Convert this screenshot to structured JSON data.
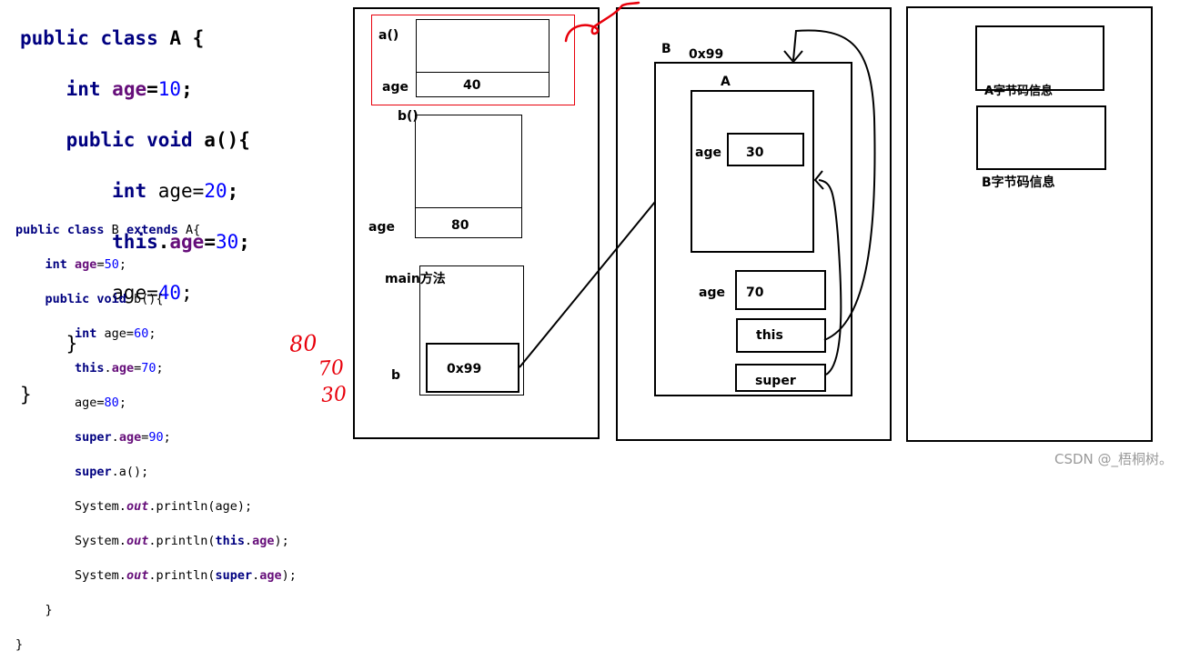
{
  "code_a": {
    "line1": {
      "kw": "public class",
      "rest": " A {"
    },
    "line2": {
      "kw": "int",
      "field": "age",
      "eq": "=",
      "num": "10",
      "end": ";"
    },
    "line3": {
      "kw": "public void",
      "rest": " a(){"
    },
    "line4": {
      "kw": "int",
      "rest": " age=",
      "num": "20",
      "end": ";"
    },
    "line5": {
      "kw": "this",
      "dot": ".",
      "field": "age",
      "eq": "=",
      "num": "30",
      "end": ";"
    },
    "line6": {
      "rest": "age=",
      "num": "40",
      "end": ";"
    },
    "line7": "}",
    "line8": "}"
  },
  "code_b": {
    "line1": {
      "kw1": "public class",
      "mid": " B ",
      "kw2": "extends",
      "rest": " A{"
    },
    "line2": {
      "kw": "int",
      "field": "age",
      "eq": "=",
      "num": "50",
      "end": ";"
    },
    "line3": {
      "kw": "public void",
      "rest": " b(){"
    },
    "line4": {
      "kw": "int",
      "rest": " age=",
      "num": "60",
      "end": ";"
    },
    "line5": {
      "kw": "this",
      "dot": ".",
      "field": "age",
      "eq": "=",
      "num": "70",
      "end": ";"
    },
    "line6": {
      "rest": "age=",
      "num": "80",
      "end": ";"
    },
    "line7": {
      "kw": "super",
      "dot": ".",
      "field": "age",
      "eq": "=",
      "num": "90",
      "end": ";"
    },
    "line8": {
      "kw": "super",
      "rest": ".a();"
    },
    "line9": {
      "pre": "System.",
      "out": "out",
      "rest": ".println(age);"
    },
    "line10": {
      "pre": "System.",
      "out": "out",
      "mid": ".println(",
      "kw": "this",
      "dot": ".",
      "field": "age",
      "end": ");"
    },
    "line11": {
      "pre": "System.",
      "out": "out",
      "mid": ".println(",
      "kw": "super",
      "dot": ".",
      "field": "age",
      "end": ");"
    },
    "line12": "}",
    "line13": "}"
  },
  "annotations": {
    "out1": "80",
    "out2": "70",
    "out3": "30"
  },
  "stack": {
    "frame_a": {
      "name": "a()",
      "var": "age",
      "value": "40"
    },
    "frame_b": {
      "name": "b()",
      "var": "age",
      "value": "80"
    },
    "frame_main": {
      "name": "main方法",
      "var": "b",
      "value": "0x99"
    }
  },
  "heap": {
    "object_b": {
      "name": "B",
      "address": "0x99"
    },
    "part_a": {
      "name": "A",
      "var": "age",
      "value": "30"
    },
    "own_age": {
      "var": "age",
      "value": "70"
    },
    "this_ref": "this",
    "super_ref": "super"
  },
  "method_area": {
    "class_a": "A字节码信息",
    "class_b": "B字节码信息"
  },
  "watermark": "CSDN @_梧桐树。",
  "colors": {
    "keyword": "#000080",
    "field": "#660e7a",
    "number": "#0000ff",
    "annotation": "#e8000b"
  }
}
